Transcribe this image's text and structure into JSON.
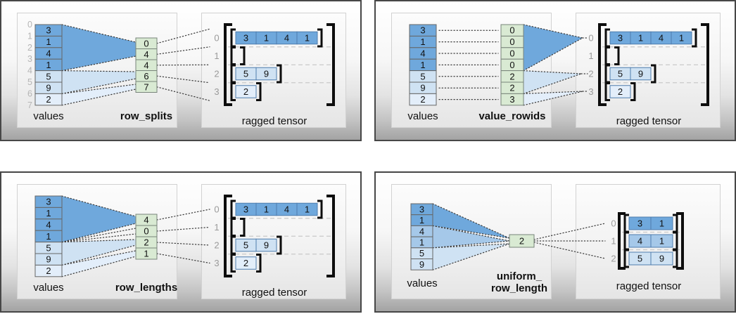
{
  "colors": {
    "dark": "#6fa8dc",
    "medium": "#a5c8e9",
    "light": "#cfe2f3",
    "lighter": "#e3eefa",
    "green": "#d9ead3"
  },
  "panels": [
    {
      "key": "row_splits",
      "values_label": "values",
      "method_label": "row_splits",
      "tensor_label": "ragged tensor",
      "values": [
        3,
        1,
        4,
        1,
        5,
        9,
        2
      ],
      "value_groups": [
        "dark",
        "dark",
        "dark",
        "dark",
        "light",
        "light",
        "lighter"
      ],
      "value_indices": [
        0,
        1,
        2,
        3,
        4,
        5,
        6,
        7
      ],
      "method_values": [
        0,
        4,
        4,
        6,
        7
      ],
      "tensor_rows": [
        {
          "label": "0",
          "cells": [
            3,
            1,
            4,
            1
          ],
          "group": "dark"
        },
        {
          "label": "1",
          "cells": [],
          "group": "dark"
        },
        {
          "label": "2",
          "cells": [
            5,
            9
          ],
          "group": "light"
        },
        {
          "label": "3",
          "cells": [
            2
          ],
          "group": "lighter"
        }
      ]
    },
    {
      "key": "value_rowids",
      "values_label": "values",
      "method_label": "value_rowids",
      "tensor_label": "ragged tensor",
      "values": [
        3,
        1,
        4,
        1,
        5,
        9,
        2
      ],
      "value_groups": [
        "dark",
        "dark",
        "dark",
        "dark",
        "light",
        "light",
        "lighter"
      ],
      "method_values": [
        0,
        0,
        0,
        0,
        2,
        2,
        3
      ],
      "tensor_rows": [
        {
          "label": "0",
          "cells": [
            3,
            1,
            4,
            1
          ],
          "group": "dark"
        },
        {
          "label": "1",
          "cells": [],
          "group": "dark"
        },
        {
          "label": "2",
          "cells": [
            5,
            9
          ],
          "group": "light"
        },
        {
          "label": "3",
          "cells": [
            2
          ],
          "group": "lighter"
        }
      ]
    },
    {
      "key": "row_lengths",
      "values_label": "values",
      "method_label": "row_lengths",
      "tensor_label": "ragged tensor",
      "values": [
        3,
        1,
        4,
        1,
        5,
        9,
        2
      ],
      "value_groups": [
        "dark",
        "dark",
        "dark",
        "dark",
        "light",
        "light",
        "lighter"
      ],
      "method_values": [
        4,
        0,
        2,
        1
      ],
      "tensor_rows": [
        {
          "label": "0",
          "cells": [
            3,
            1,
            4,
            1
          ],
          "group": "dark"
        },
        {
          "label": "1",
          "cells": [],
          "group": "dark"
        },
        {
          "label": "2",
          "cells": [
            5,
            9
          ],
          "group": "light"
        },
        {
          "label": "3",
          "cells": [
            2
          ],
          "group": "lighter"
        }
      ]
    },
    {
      "key": "uniform_row_length",
      "values_label": "values",
      "method_label": "uniform_",
      "method_label_line2": "row_length",
      "tensor_label": "ragged tensor",
      "values": [
        3,
        1,
        4,
        1,
        5,
        9
      ],
      "value_groups": [
        "dark",
        "dark",
        "medium",
        "medium",
        "light",
        "light"
      ],
      "method_values": [
        2
      ],
      "tensor_rows": [
        {
          "label": "0",
          "cells": [
            3,
            1
          ],
          "group": "dark"
        },
        {
          "label": "1",
          "cells": [
            4,
            1
          ],
          "group": "medium"
        },
        {
          "label": "2",
          "cells": [
            5,
            9
          ],
          "group": "light"
        }
      ]
    }
  ]
}
